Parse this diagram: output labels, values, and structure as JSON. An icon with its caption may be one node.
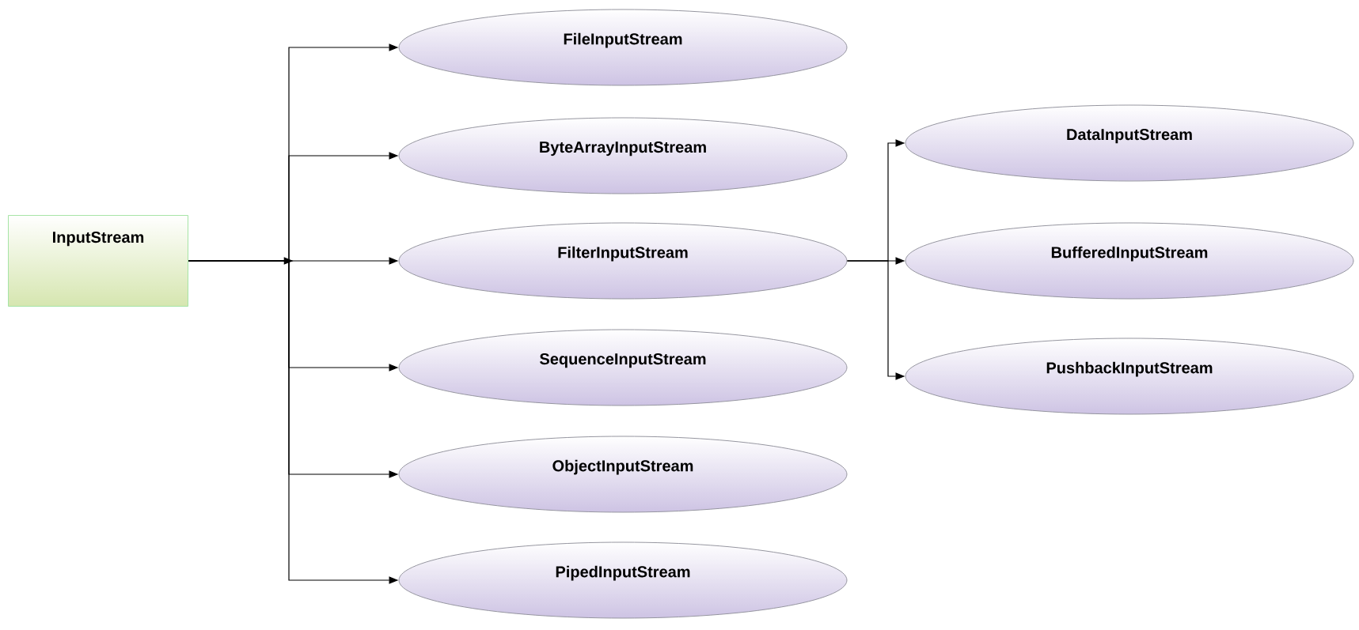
{
  "diagram": {
    "nodes": [
      {
        "text": [
          "InputStream"
        ]
      },
      {
        "text": [
          "FileInputStream"
        ]
      },
      {
        "text": [
          "ByteArrayInputStream"
        ]
      },
      {
        "text": [
          "FilterInputStream"
        ]
      },
      {
        "text": [
          "SequenceInputStream"
        ]
      },
      {
        "text": [
          "ObjectInputStream"
        ]
      },
      {
        "text": [
          "PipedInputStream"
        ]
      },
      {
        "text": [
          "DataInputStream"
        ]
      },
      {
        "text": [
          "BufferedInputStream"
        ]
      },
      {
        "text": [
          "PushbackInputStream"
        ]
      }
    ],
    "edges": [
      {
        "from": 0,
        "to": 1,
        "arrow": "to"
      },
      {
        "from": 0,
        "to": 2,
        "arrow": "to"
      },
      {
        "from": 0,
        "to": 3,
        "arrow": "to"
      },
      {
        "from": 0,
        "to": 4,
        "arrow": "to"
      },
      {
        "from": 0,
        "to": 5,
        "arrow": "to"
      },
      {
        "from": 0,
        "to": 6,
        "arrow": "to"
      },
      {
        "from": 3,
        "to": 7,
        "arrow": "to"
      },
      {
        "from": 3,
        "to": 8,
        "arrow": "to"
      },
      {
        "from": 3,
        "to": 9,
        "arrow": "to"
      }
    ]
  }
}
